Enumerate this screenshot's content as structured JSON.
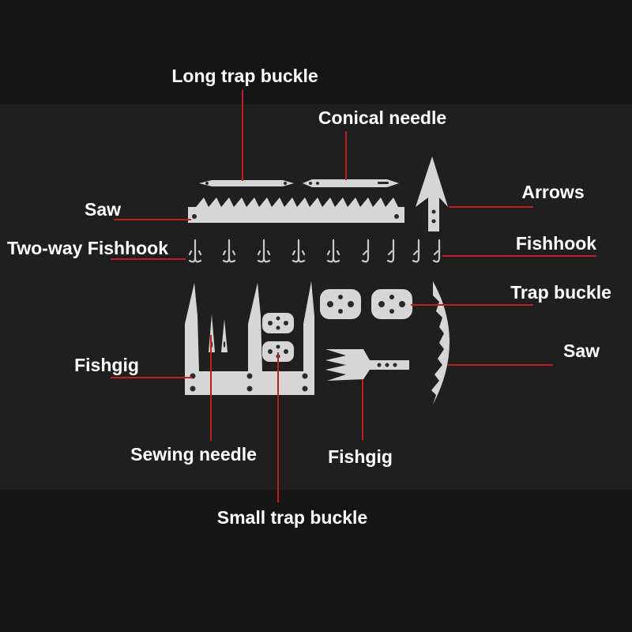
{
  "colors": {
    "background": "#151515",
    "band": "#1f1f1f",
    "leader_line": "#c21d24",
    "label_text": "#ffffff",
    "metal": "#d6d6d6"
  },
  "labels": {
    "long_trap_buckle": "Long trap buckle",
    "conical_needle": "Conical needle",
    "arrows": "Arrows",
    "saw_top": "Saw",
    "two_way_fishhook": "Two-way Fishhook",
    "fishhook": "Fishhook",
    "trap_buckle": "Trap buckle",
    "saw_right": "Saw",
    "fishgig_left": "Fishgig",
    "sewing_needle": "Sewing needle",
    "fishgig_bottom": "Fishgig",
    "small_trap_buckle": "Small trap buckle"
  }
}
